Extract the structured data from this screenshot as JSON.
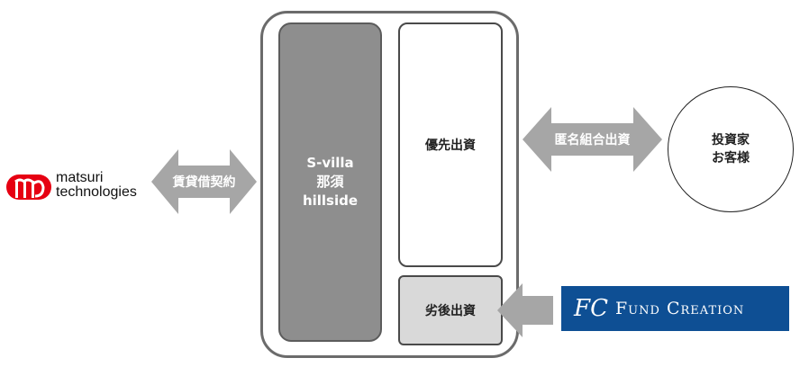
{
  "colors": {
    "matsuri_red": "#e60012",
    "fund_creation_blue": "#0e4f94",
    "arrow_gray": "#a6a6a6",
    "svilla_gray": "#8e8e8e",
    "junior_gray": "#d9d9d9"
  },
  "left_party": {
    "logo_name": "matsuri-technologies-logo",
    "line1": "matsuri",
    "line2": "technologies"
  },
  "lease_arrow": {
    "label": "賃貸借契約"
  },
  "fund": {
    "asset_line1": "S-villa",
    "asset_line2": "那須",
    "asset_line3": "hillside",
    "senior_label": "優先出資",
    "junior_label": "劣後出資"
  },
  "tk_arrow": {
    "label": "匿名組合出資"
  },
  "investor": {
    "line1": "投資家",
    "line2": "お客様"
  },
  "operator": {
    "logo_mark": "FC",
    "name": "Fund Creation"
  }
}
